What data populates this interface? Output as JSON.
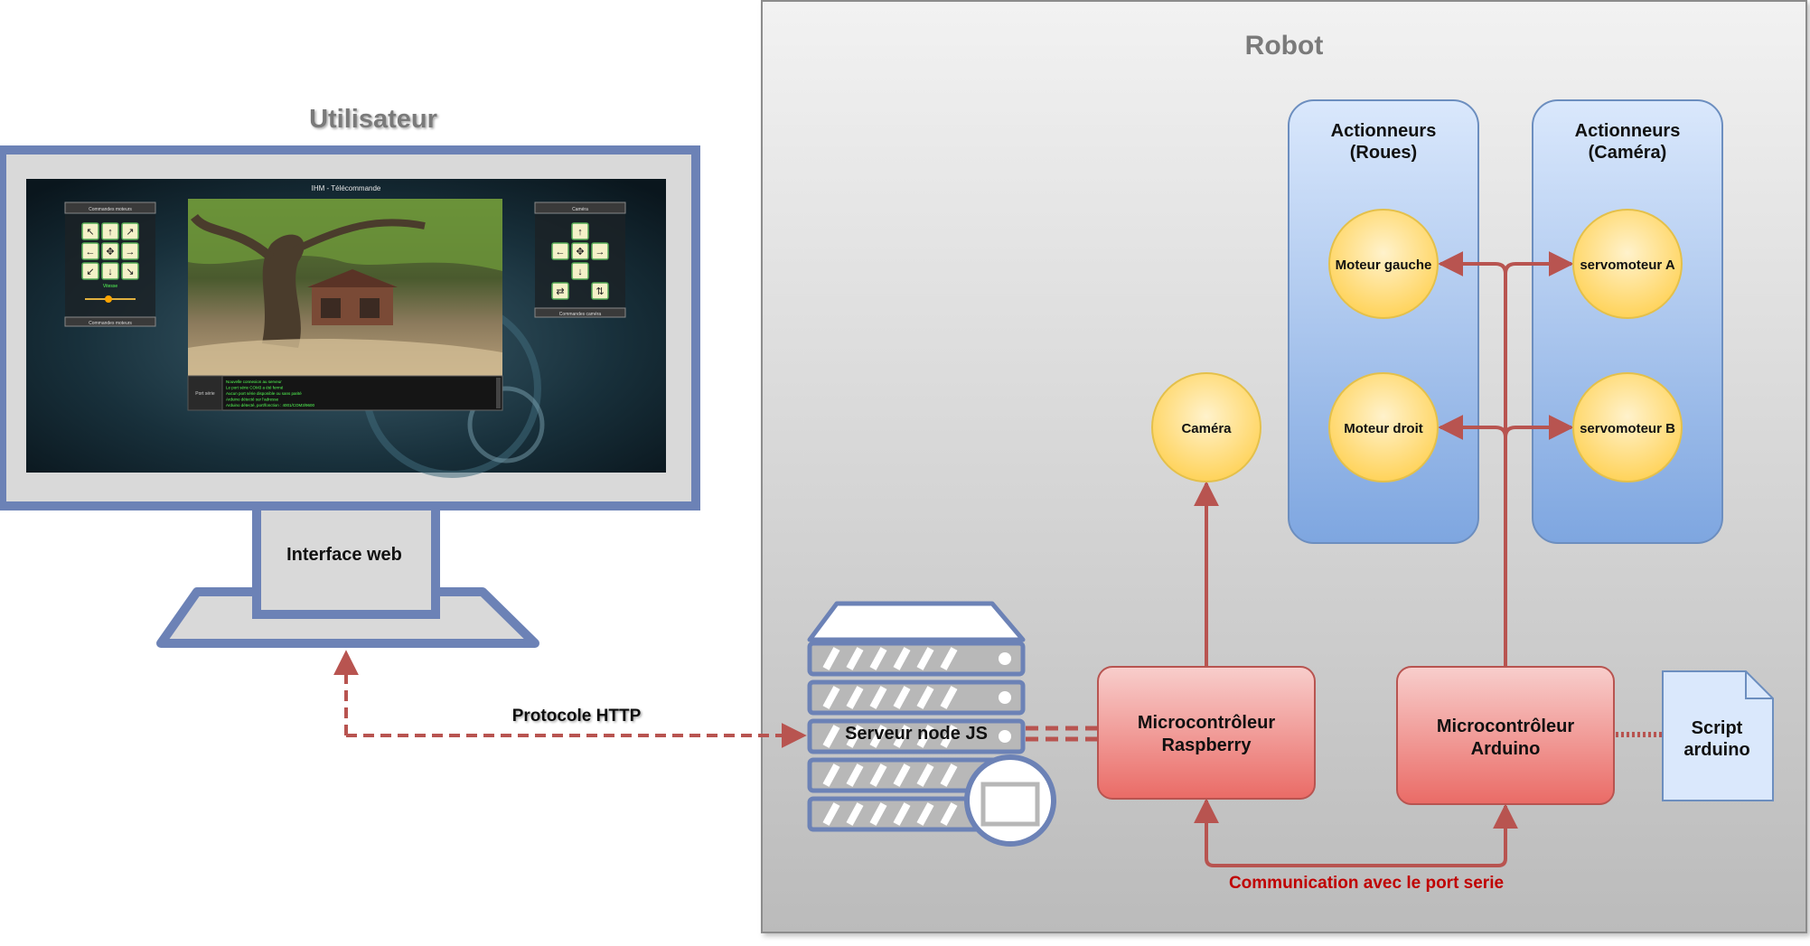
{
  "robot": {
    "title": "Robot"
  },
  "user": {
    "title": "Utilisateur",
    "monitor_label": "Interface web"
  },
  "screen": {
    "app_title": "IHM - Télécommande",
    "left_panel_header": "Commandes moteurs",
    "left_panel_footer": "Commandes moteurs",
    "left_panel_value": "Vitesse",
    "right_panel_header": "Caméra",
    "right_panel_footer": "Commandes caméra",
    "log_label": "Port série",
    "log_lines": [
      "Nouvelle connexion au serveur",
      "Le port série COM3 a été fermé",
      "Aucun port série disponible ou sans parité",
      "Arduino détecté sur l'adresse",
      "Arduino détecté, port/fonction : 4001/COM3/9600"
    ]
  },
  "groups": {
    "wheels": {
      "line1": "Actionneurs",
      "line2": "(Roues)"
    },
    "camera": {
      "line1": "Actionneurs",
      "line2": "(Caméra)"
    }
  },
  "nodes": {
    "left_motor": "Moteur gauche",
    "right_motor": "Moteur droit",
    "servo_a": "servomoteur A",
    "servo_b": "servomoteur B",
    "camera": "Caméra",
    "raspberry_line1": "Microcontrôleur",
    "raspberry_line2": "Raspberry",
    "arduino_line1": "Microcontrôleur",
    "arduino_line2": "Arduino",
    "script_line1": "Script",
    "script_line2": "arduino",
    "server": "Serveur node JS"
  },
  "edges": {
    "http": "Protocole HTTP",
    "serial": "Communication avec le port serie"
  },
  "colors": {
    "monitor_frame": "#6c82b6",
    "robot_bg_top": "#f2f2f2",
    "robot_bg_bottom": "#bdbdbd",
    "actuator_group": "#a9c4f0",
    "node_yellow": "#ffd966",
    "micro_red": "#ef8585",
    "arrow_red": "#b85450",
    "serial_text": "#c00000",
    "script_doc": "#dae8fc"
  },
  "icons": {
    "server": "server-rack-icon",
    "document": "document-icon"
  }
}
